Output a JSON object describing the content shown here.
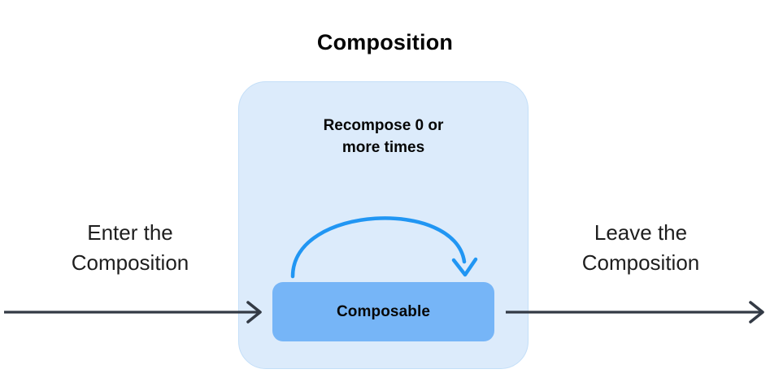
{
  "title": "Composition",
  "panel": {
    "name": "Composition",
    "fill_color": "#dcebfb",
    "border_color": "#c4dff8"
  },
  "recompose": {
    "line1": "Recompose 0 or",
    "line2": "more times",
    "arrow_color": "#2196f3",
    "arrow_name": "recompose-loop-arrow"
  },
  "composable": {
    "label": "Composable",
    "fill_color": "#76b5f7"
  },
  "enter": {
    "line1": "Enter the",
    "line2": "Composition",
    "arrow_name": "enter-composition-arrow"
  },
  "leave": {
    "line1": "Leave the",
    "line2": "Composition",
    "arrow_name": "leave-composition-arrow"
  },
  "colors": {
    "arrow_dark": "#333a45",
    "text_dark": "#1e1e1e",
    "background": "#ffffff"
  }
}
